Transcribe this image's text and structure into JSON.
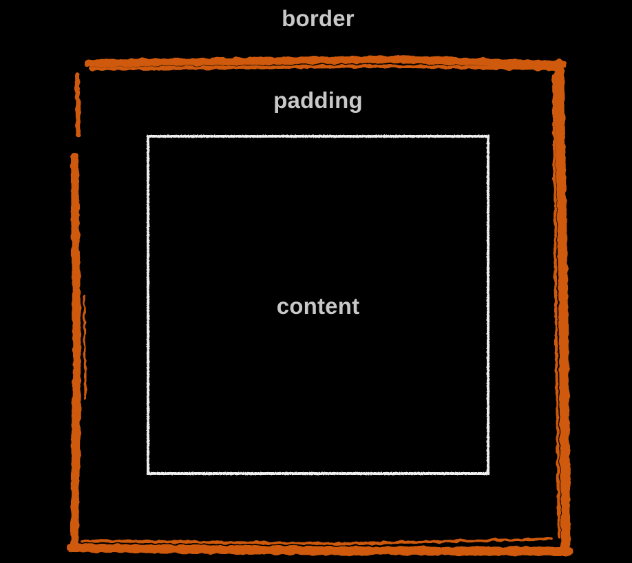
{
  "labels": {
    "border": "border",
    "padding": "padding",
    "content": "content"
  },
  "colors": {
    "background": "#000000",
    "border_stroke": "#cf5a0c",
    "content_stroke": "#eeeeee",
    "label_text": "#c8c8c8"
  }
}
